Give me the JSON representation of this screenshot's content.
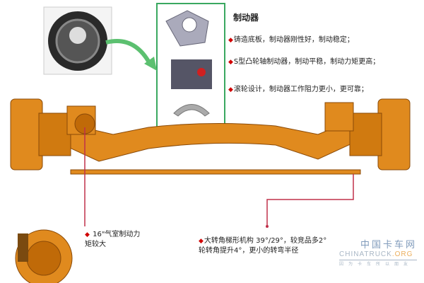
{
  "brake_section": {
    "title": "制动器",
    "bullets": [
      "铸造底板，制动器刚性好，制动稳定；",
      "S型凸轮轴制动器，制动平稳，制动力矩更高；",
      "滚轮设计，制动器工作阻力更小，更可靠；"
    ]
  },
  "chamber_note": {
    "line1": "16\"气室制动力",
    "line2": "矩较大"
  },
  "steering_note": {
    "line1": "大转角梯形机构 39°/29°，较竞品多2°",
    "line2": "轮转角提升4°，更小的转弯半径"
  },
  "watermark": {
    "cn": "中国卡车网",
    "en": "CHINATRUCK",
    "en2": ".ORG",
    "slogan": "因为卡车所以朋友"
  },
  "colors": {
    "axle": "#e08a1e",
    "axle_dark": "#8a4a08",
    "bullet": "#d00000",
    "callout_line": "#c0304a",
    "box_border": "#3aa860",
    "arrow": "#5cc070"
  }
}
